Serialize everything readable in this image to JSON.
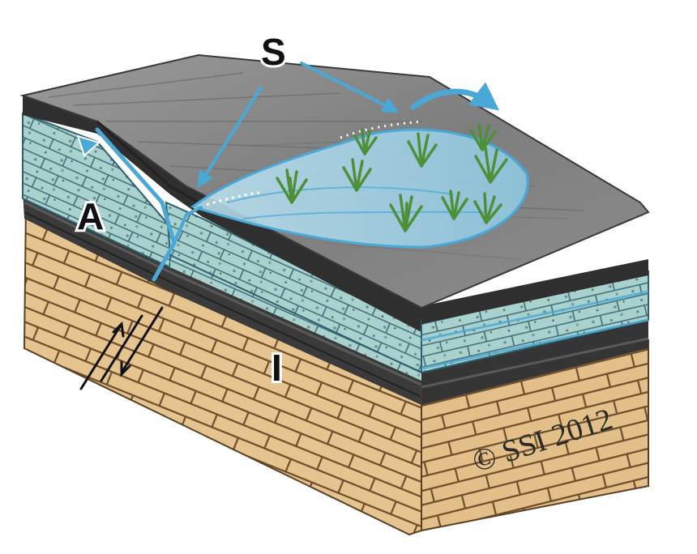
{
  "labels": {
    "spring": "S",
    "aquifer": "A",
    "impermeable": "I"
  },
  "copyright": "© SSI 2012",
  "colors": {
    "water": "#4aa8d6",
    "soil_top": "#8a8a8a",
    "aquifer_rock": "#9fc9c6",
    "shale": "#333333",
    "sandstone": "#e3c08d",
    "grass": "#4e8f3a"
  }
}
